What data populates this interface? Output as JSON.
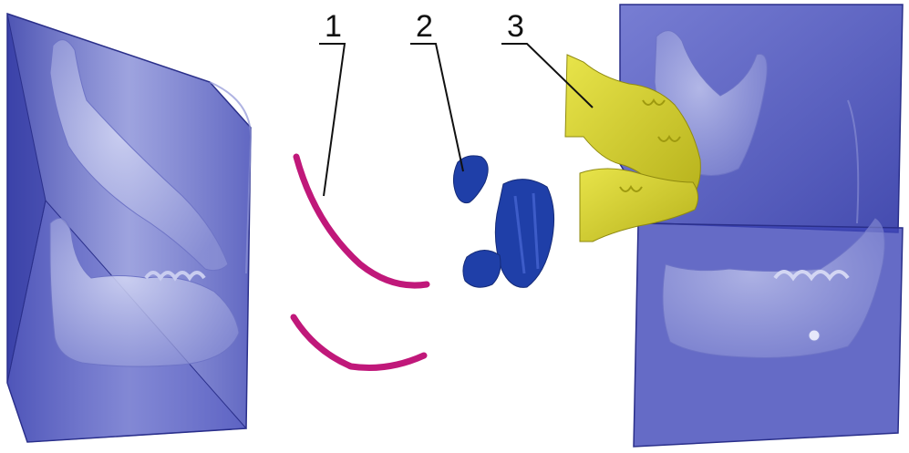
{
  "labels": [
    {
      "id": "1",
      "text": "1"
    },
    {
      "id": "2",
      "text": "2"
    },
    {
      "id": "3",
      "text": "3"
    }
  ],
  "colors": {
    "block_fill": "#3e46b8",
    "block_edge": "#2a2f8a",
    "bone": "#b8bde8",
    "magenta": "#c0187a",
    "teeth_blue": "#1f3fa8",
    "yellow": "#d7d32a",
    "leader": "#111111"
  }
}
